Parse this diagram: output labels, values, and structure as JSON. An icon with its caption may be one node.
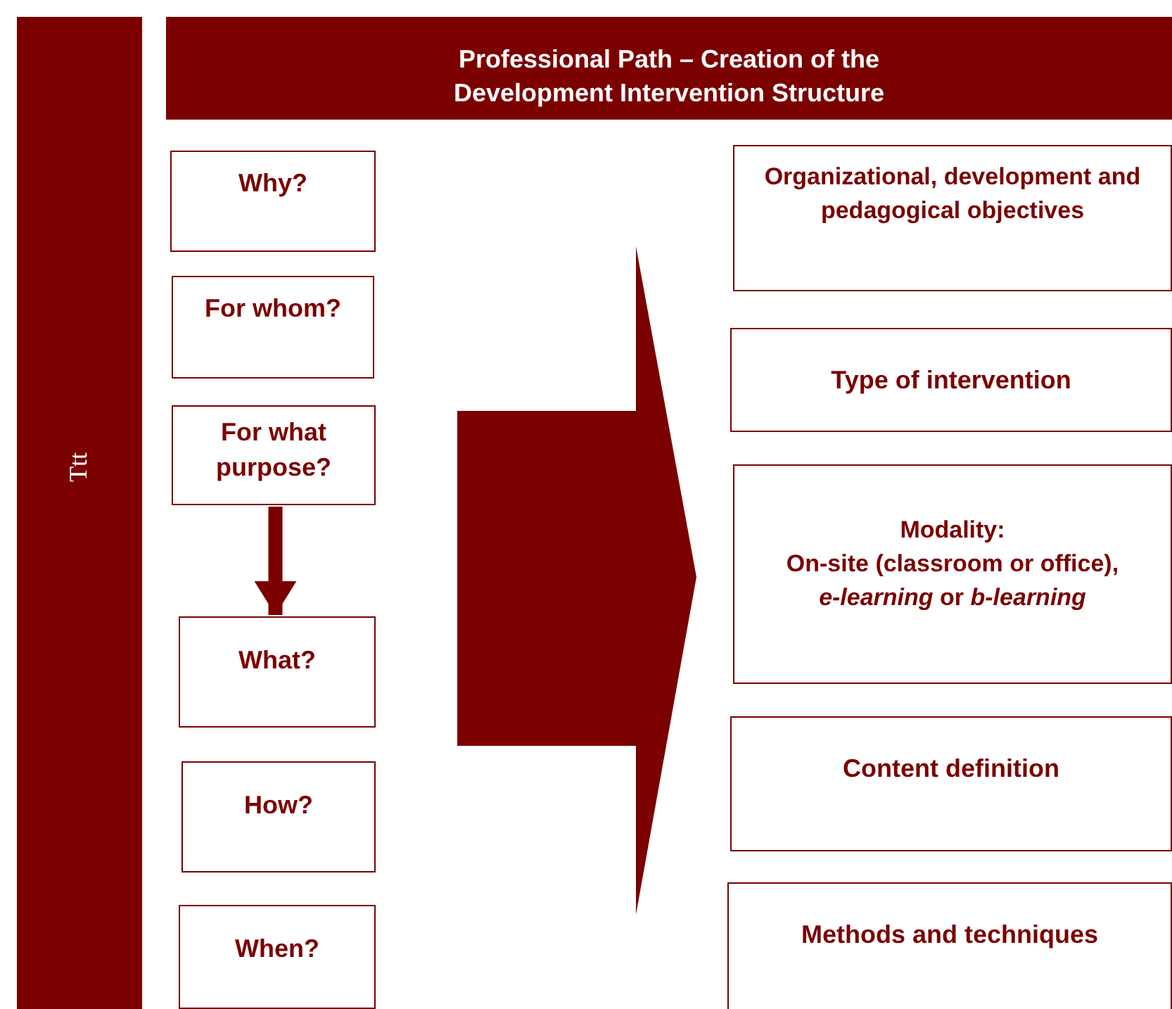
{
  "diagram": {
    "nodes": [
      {
        "text": [
          "Ttt"
        ]
      },
      {
        "text": [
          "Professional Path – Creation of the Development Intervention Structure"
        ]
      },
      {
        "text": [
          "Why?"
        ]
      },
      {
        "text": [
          "For whom?"
        ]
      },
      {
        "text": [
          "For what purpose?"
        ]
      },
      {
        "text": [
          "What?"
        ]
      },
      {
        "text": [
          "How?"
        ]
      },
      {
        "text": [
          "When?"
        ]
      },
      {
        "text": [],
        "shape": "arrow"
      },
      {
        "text": [
          "Organizational, development and pedagogical objectives"
        ]
      },
      {
        "text": [
          "Type of intervention"
        ]
      },
      {
        "text": [
          "Modality:",
          "On-site (classroom or office), *e-learning* or  *b-learning*"
        ]
      },
      {
        "text": [
          "Content definition"
        ]
      },
      {
        "text": [
          "Methods and techniques"
        ]
      }
    ],
    "edges": [
      {
        "from": 4,
        "to": 5,
        "arrow": "to"
      }
    ]
  }
}
